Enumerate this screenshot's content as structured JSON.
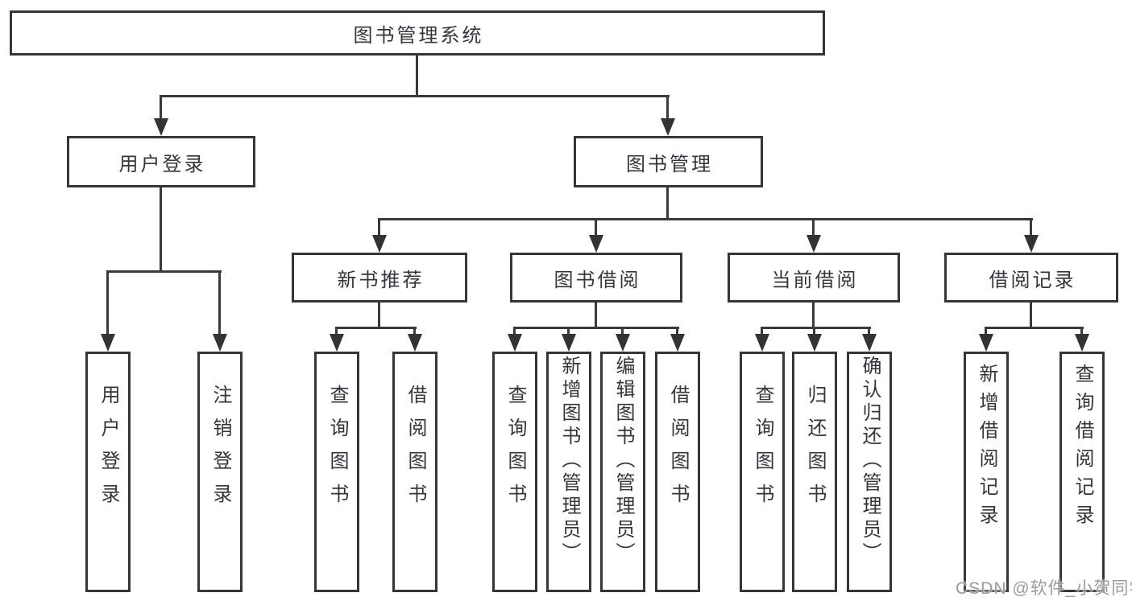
{
  "diagram": {
    "title_node": {
      "label": "图书管理系统"
    },
    "level2": [
      {
        "label": "用户登录"
      },
      {
        "label": "图书管理"
      }
    ],
    "level3": [
      {
        "label": "新书推荐"
      },
      {
        "label": "图书借阅"
      },
      {
        "label": "当前借阅"
      },
      {
        "label": "借阅记录"
      }
    ],
    "level4": [
      {
        "label": "用户登录"
      },
      {
        "label": "注销登录"
      },
      {
        "label": "查询图书"
      },
      {
        "label": "借阅图书"
      },
      {
        "label": "查询图书"
      },
      {
        "label": "新增图书（管理员）"
      },
      {
        "label": "编辑图书（管理员）"
      },
      {
        "label": "借阅图书"
      },
      {
        "label": "查询图书"
      },
      {
        "label": "归还图书"
      },
      {
        "label": "确认归还（管理员）"
      },
      {
        "label": "新增借阅记录"
      },
      {
        "label": "查询借阅记录"
      }
    ]
  },
  "watermark": {
    "text": "CSDN @软件_小贺同学"
  },
  "colors": {
    "line": "#3a3a3d",
    "border": "#36363a",
    "text": "#35363c",
    "watermark": "#9b9b9b",
    "background": "#ffffff"
  }
}
